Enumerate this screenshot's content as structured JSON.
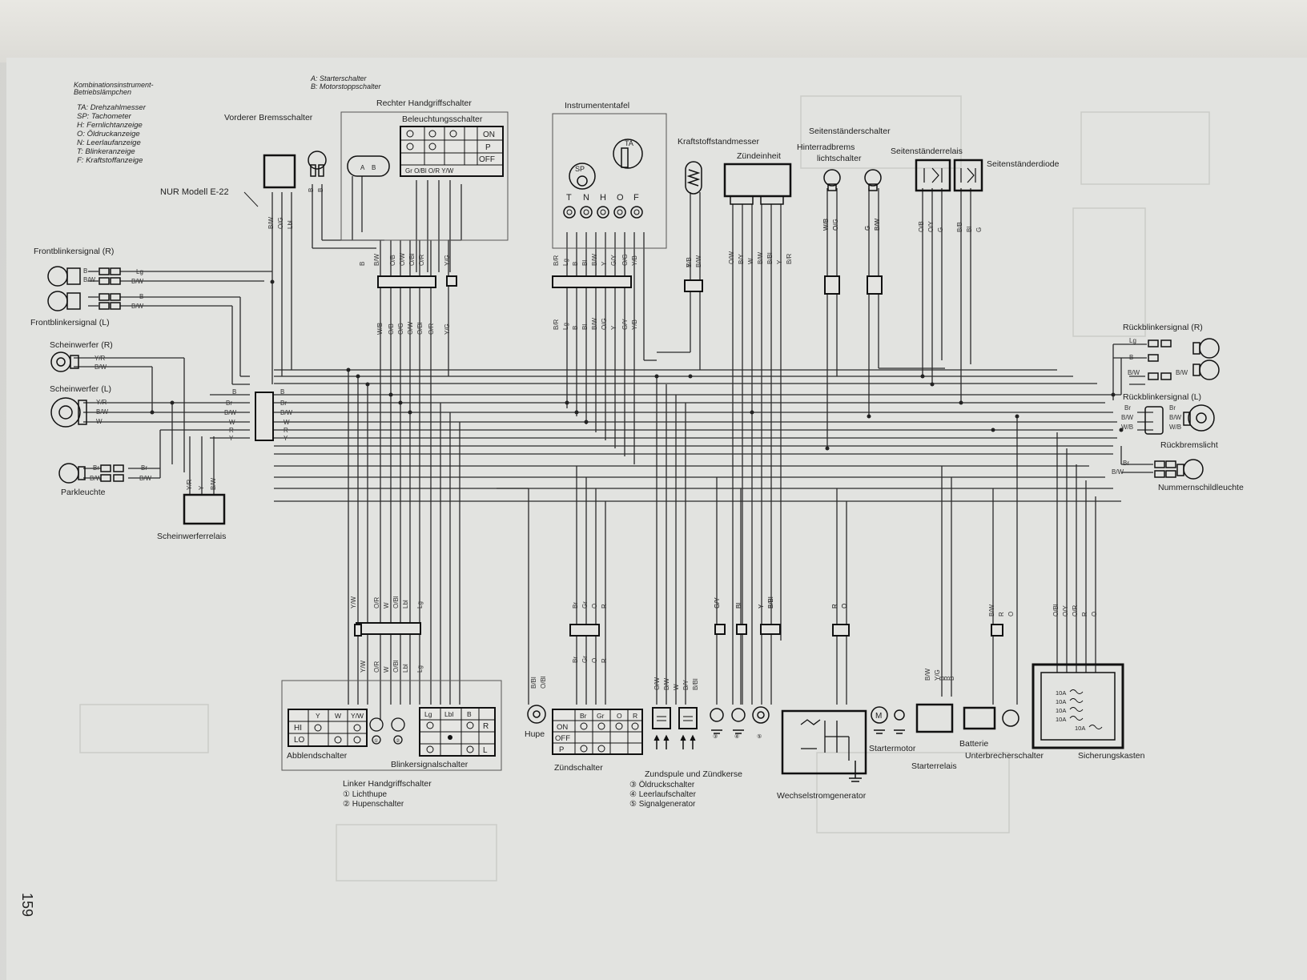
{
  "legend_instruments": {
    "title": "Kombinationsinstrument-\nBetriebslämpchen",
    "lines": [
      "TA: Drehzahlmesser",
      "SP: Tachometer",
      "H:   Fernlichtanzeige",
      "O:   Öldruckanzeige",
      "N:   Leerlaufanzeige",
      "T:    Blinkeranzeige",
      "F:    Kraftstoffanzeige"
    ]
  },
  "legend_switches": [
    "A:   Starterschalter",
    "B:   Motorstoppschalter"
  ],
  "labels": {
    "vorderer_bremsschalter": "Vorderer Bremsschalter",
    "rechter_handgriffschalter": "Rechter Handgriffschalter",
    "beleuchtungsschalter": "Beleuchtungsschalter",
    "instrumententafel": "Instrumententafel",
    "kraftstoffstandmesser": "Kraftstoffstandmesser",
    "zuendeinheit": "Zündeinheit",
    "seitenstaenderschalter": "Seitenständerschalter",
    "hinterradbremslichtschalter": "Hinterradbrems\nlichtschalter",
    "seitenstaenderrelais": "Seitenständerrelais",
    "seitenstaenderdiode": "Seitenständerdiode",
    "nur_modell": "NUR Modell E-22",
    "frontblinker_r": "Frontblinkersignal (R)",
    "frontblinker_l": "Frontblinkersignal (L)",
    "scheinwerfer_r": "Scheinwerfer (R)",
    "scheinwerfer_l": "Scheinwerfer (L)",
    "parkleuchte": "Parkleuchte",
    "scheinwerferrelais": "Scheinwerferrelais",
    "rueckblinker_r": "Rückblinkersignal (R)",
    "rueckblinker_l": "Rückblinkersignal (L)",
    "rueckbremslicht": "Rückbremslicht",
    "nummernschildleuchte": "Nummernschildleuchte",
    "abblendschalter": "Abblendschalter",
    "blinkersignalschalter": "Blinkersignalschalter",
    "linker_handgriffschalter": "Linker Handgriffschalter",
    "lichthupe": "Lichthupe",
    "hupenschalter": "Hupenschalter",
    "hupe": "Hupe",
    "zuendschalter": "Zündschalter",
    "zundspule": "Zundspule und Zündkerse",
    "oeldruckschalter": "Öldruckschalter",
    "leerlaufschalter": "Leerlaufschalter",
    "signalgenerator": "Signalgenerator",
    "wechselstromgenerator": "Wechselstromgenerator",
    "startermotor": "Startermotor",
    "starterrelais": "Starterrelais",
    "batterie": "Batterie",
    "unterbrecherschalter": "Unterbrecherschalter",
    "sicherungskasten": "Sicherungskasten",
    "page_number": "159"
  },
  "markers": {
    "one": "①",
    "two": "②",
    "three": "③",
    "four": "④",
    "five": "⑤"
  },
  "switch_tables": {
    "beleuchtung": {
      "on": "ON",
      "p": "P",
      "off": "OFF",
      "wires": "Gr  O/Bl O/R Y/W"
    },
    "zuend": {
      "on": "ON",
      "off": "OFF",
      "p": "P",
      "head": [
        "Br",
        "Gr",
        "O",
        "R"
      ]
    },
    "abblend": {
      "hi": "HI",
      "lo": "LO",
      "head": [
        "Y",
        "W",
        "Y/W"
      ]
    },
    "blinker": {
      "r": "R",
      "l": "L",
      "head": [
        "Lg",
        "Lbl",
        "B"
      ]
    }
  },
  "indicator_letters": [
    "T",
    "N",
    "H",
    "O",
    "F"
  ],
  "gauge_labels": {
    "sp": "SP",
    "ta": "TA"
  },
  "fuses": [
    "10A",
    "10A",
    "10A",
    "10A",
    "10A"
  ],
  "wire_codes": {
    "fb_r": [
      "B",
      "Lg",
      "B/W",
      "B/W"
    ],
    "fb_l": [
      "B",
      "B/W"
    ],
    "sw_r": [
      "Y/R",
      "B/W"
    ],
    "sw_l": [
      "Y/R",
      "B/W",
      "W"
    ],
    "park": [
      "Br",
      "B/W",
      "Br",
      "B/W"
    ],
    "connector_left": [
      "B",
      "Br",
      "B/W",
      "W",
      "R",
      "Y"
    ],
    "connector_right": [
      "B",
      "Br",
      "B/W",
      "W",
      "R",
      "Y"
    ],
    "relay_wires": [
      "Y/R",
      "Y",
      "B/W"
    ],
    "bremse": [
      "B",
      "B"
    ],
    "e22": [
      "B/W",
      "O/G",
      "Lbl"
    ],
    "rh_top": [
      "B",
      "B/W",
      "O/B",
      "O/W",
      "O/Bl",
      "O/R",
      "Y/G"
    ],
    "rh_bot": [
      "W/B",
      "O/B",
      "O/G",
      "O/W",
      "O/Bl",
      "O/R",
      "Y/G"
    ],
    "inst_top": [
      "B/R",
      "Lg",
      "B",
      "Bl",
      "B/W",
      "Y",
      "G/Y",
      "O/G",
      "Y/B"
    ],
    "inst_bot": [
      "B/R",
      "Lg",
      "B",
      "Bl",
      "B/W",
      "O/G",
      "Y",
      "G/Y",
      "Y/B"
    ],
    "kraftstoff": [
      "B",
      "Y/B",
      "B/W"
    ],
    "zuendeinheit": [
      "O/W",
      "B/Y",
      "W",
      "B/W",
      "B/Bl",
      "Y",
      "B/R"
    ],
    "seitenst": [
      "W/B",
      "O",
      "W/B",
      "O/G"
    ],
    "brems_h": [
      "G",
      "B/W",
      "G",
      "B/W"
    ],
    "relais": [
      "O/B",
      "O/Y",
      "G",
      "B/B",
      "Bl",
      "G"
    ],
    "rbl_r": [
      "Lg",
      "B",
      "B/W",
      "B/W"
    ],
    "rbl_l": [
      "Br",
      "B/W",
      "W/B",
      "Br",
      "B/W",
      "W/B"
    ],
    "nummern": [
      "Br",
      "B/W"
    ],
    "lh_top": [
      "Y/W",
      "O/R",
      "W",
      "O/Bl",
      "Lbl",
      "Lg"
    ],
    "lh_bot": [
      "Y/W",
      "O/R",
      "W",
      "O/Bl",
      "Lbl",
      "Lg"
    ],
    "hupe": [
      "B/Bl",
      "O/Bl"
    ],
    "zuend_top": [
      "Br",
      "Gr",
      "O",
      "R"
    ],
    "zuend_bot": [
      "Br",
      "Gr",
      "O",
      "R"
    ],
    "zundsp": [
      "O/W",
      "B/W",
      "W",
      "B/Y",
      "B/Bl"
    ],
    "oel": [
      "G/Y",
      "G/Y"
    ],
    "leer": [
      "Bl",
      "Bl"
    ],
    "sig": [
      "Y",
      "B/Bl",
      "Y",
      "B/Bl"
    ],
    "wechsel": [
      "R",
      "O",
      "R",
      "O"
    ],
    "starter": [
      "B/W",
      "Y/G",
      "R",
      "B",
      "B"
    ],
    "unterbr": [
      "B/W",
      "R",
      "O"
    ],
    "sich": [
      "O/Bl",
      "O/Y",
      "O/R",
      "R",
      "O"
    ]
  }
}
